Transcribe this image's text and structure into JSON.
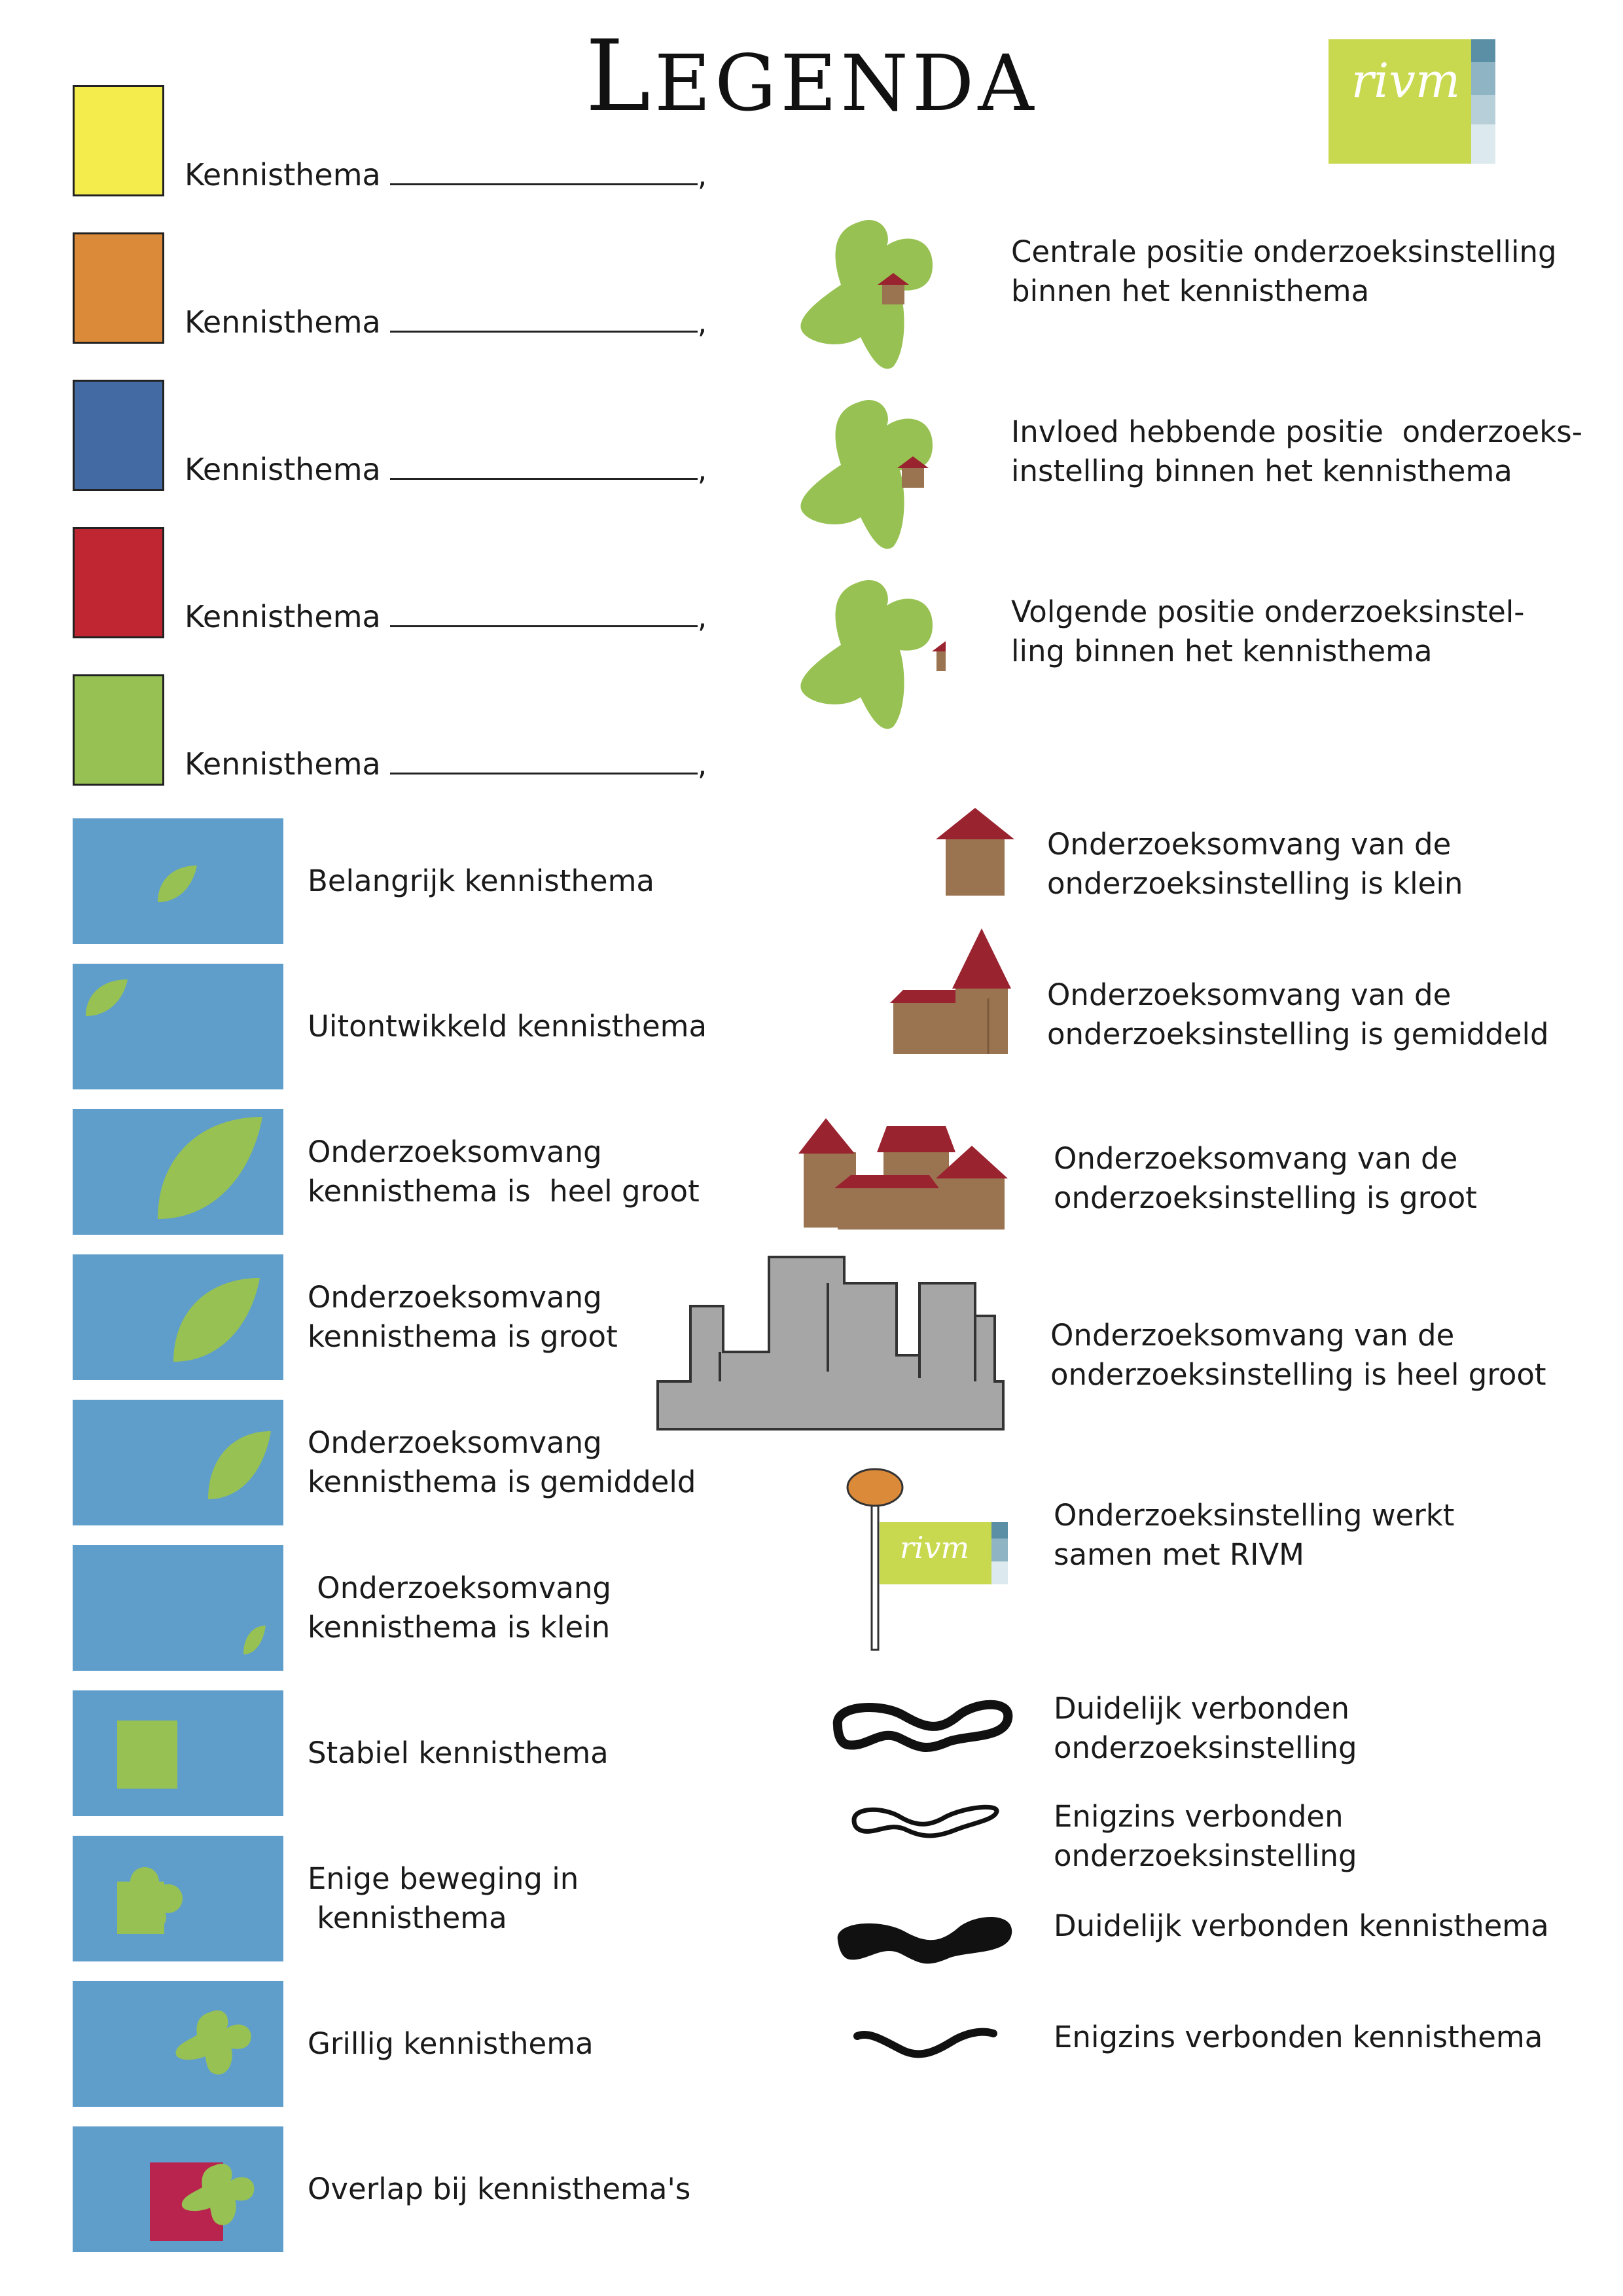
{
  "title": "Legenda",
  "logo_text": "rivm",
  "colors": {
    "yellow": "#f4ec4c",
    "orange": "#db8a39",
    "blue": "#436aa2",
    "red": "#bf2631",
    "green": "#97c152",
    "panel_blue": "#5f9ecb",
    "roof": "#9a2330",
    "wall": "#9a7350",
    "city": "#a6a6a6",
    "logo": "#c9d94f"
  },
  "kennisthema_swatches": [
    {
      "color": "yellow",
      "label": "Kennisthema",
      "suffix": ","
    },
    {
      "color": "orange",
      "label": "Kennisthema",
      "suffix": ","
    },
    {
      "color": "blue",
      "label": "Kennisthema",
      "suffix": ","
    },
    {
      "color": "red",
      "label": "Kennisthema",
      "suffix": ","
    },
    {
      "color": "green",
      "label": "Kennisthema",
      "suffix": ","
    }
  ],
  "theme_legend": [
    {
      "icon": "leaf-small",
      "label": "Belangrijk kennisthema"
    },
    {
      "icon": "leaf-corner",
      "label": "Uitontwikkeld kennisthema"
    },
    {
      "icon": "leaf-very-large",
      "label": [
        "Onderzoeksomvang",
        "kennisthema is  heel groot"
      ]
    },
    {
      "icon": "leaf-large",
      "label": [
        "Onderzoeksomvang",
        "kennisthema is groot"
      ]
    },
    {
      "icon": "leaf-medium",
      "label": [
        "Onderzoeksomvang",
        "kennisthema is gemiddeld"
      ]
    },
    {
      "icon": "leaf-tiny",
      "label": [
        " Onderzoeksomvang",
        "kennisthema is klein"
      ]
    },
    {
      "icon": "square",
      "label": "Stabiel kennisthema"
    },
    {
      "icon": "square-blob",
      "label": [
        "Enige beweging in",
        " kennisthema"
      ]
    },
    {
      "icon": "star-blob",
      "label": "Grillig kennisthema"
    },
    {
      "icon": "overlap",
      "label": "Overlap bij kennisthema's"
    }
  ],
  "position_legend": [
    {
      "icon": "blob-house-center",
      "label": [
        "Centrale positie onderzoeksinstelling",
        "binnen het kennisthema"
      ]
    },
    {
      "icon": "blob-house-mid",
      "label": [
        "Invloed hebbende positie  onderzoeks-",
        "instelling binnen het kennisthema"
      ]
    },
    {
      "icon": "blob-house-edge",
      "label": [
        "Volgende positie onderzoeksinstel-",
        "ling binnen het kennisthema"
      ]
    }
  ],
  "size_legend": [
    {
      "icon": "house-icon",
      "label": [
        "Onderzoeksomvang van de",
        "onderzoeksinstelling is klein"
      ]
    },
    {
      "icon": "church-icon",
      "label": [
        "Onderzoeksomvang van de",
        "onderzoeksinstelling is gemiddeld"
      ]
    },
    {
      "icon": "village-icon",
      "label": [
        "Onderzoeksomvang van de",
        "onderzoeksinstelling is groot"
      ]
    },
    {
      "icon": "city-icon",
      "label": [
        "Onderzoeksomvang van de",
        "onderzoeksinstelling is heel groot"
      ]
    },
    {
      "icon": "rivm-flag-icon",
      "label": [
        "Onderzoeksinstelling werkt",
        "samen met RIVM"
      ]
    }
  ],
  "connection_legend": [
    {
      "icon": "outline-thick-stroke",
      "label": [
        "Duidelijk verbonden",
        "onderzoeksinstelling"
      ]
    },
    {
      "icon": "outline-thin-stroke",
      "label": [
        "Enigzins verbonden",
        "onderzoeksinstelling"
      ]
    },
    {
      "icon": "filled-thick-stroke",
      "label": "Duidelijk verbonden kennisthema"
    },
    {
      "icon": "filled-thin-stroke",
      "label": "Enigzins verbonden kennisthema"
    }
  ]
}
